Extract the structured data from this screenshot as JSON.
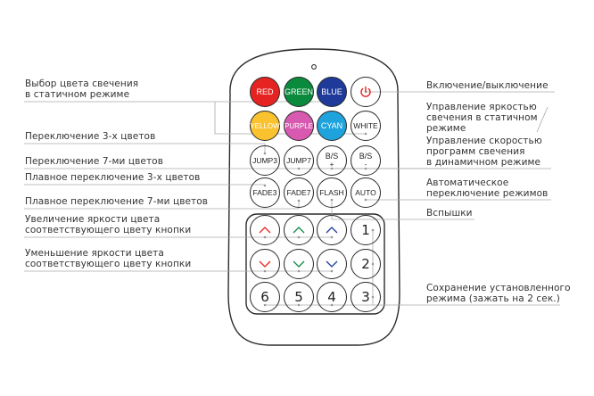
{
  "remote": {
    "colors": {
      "red": "#e52421",
      "green": "#0a8a3c",
      "blue": "#1e3a9a",
      "yellow": "#f9c22e",
      "purple": "#d85ab0",
      "cyan": "#1fa3dc",
      "power_icon": "#e52421",
      "arrow_red": "#e52421",
      "arrow_green": "#0a8a3c",
      "arrow_blue": "#1e3a9a"
    },
    "buttons": {
      "red": "RED",
      "green": "GREEN",
      "blue": "BLUE",
      "yellow": "YELLOW",
      "purple": "PURPLE",
      "cyan": "CYAN",
      "white": "WHITE",
      "jump3": "JUMP3",
      "jump7": "JUMP7",
      "bs_plus": "B/S",
      "bs_plus_sign": "+",
      "bs_minus": "B/S",
      "bs_minus_sign": "-",
      "fade3": "FADE3",
      "fade7": "FADE7",
      "flash": "FLASH",
      "auto": "AUTO",
      "n1": "1",
      "n2": "2",
      "n3": "3",
      "n4": "4",
      "n5": "5",
      "n6": "6"
    }
  },
  "labels_left": {
    "static_color_1": "Выбор цвета свечения",
    "static_color_2": "в статичном режиме",
    "jump3": "Переключение 3-х цветов",
    "jump7": "Переключение 7-ми цветов",
    "fade3": "Плавное переключение 3-х цветов",
    "fade7": "Плавное переключение 7-ми цветов",
    "bright_up_1": "Увеличение яркости цвета",
    "bright_up_2": "соответствующего цвету кнопки",
    "bright_down_1": "Уменьшение яркости цвета",
    "bright_down_2": "соответствующего цвету кнопки"
  },
  "labels_right": {
    "power": "Включение/выключение",
    "brightness_1": "Управление яркостью",
    "brightness_2": "свечения в статичном",
    "brightness_3": "режиме",
    "speed_1": "Управление скоростью",
    "speed_2": "программ свечения",
    "speed_3": "в динамичном режиме",
    "auto_1": "Автоматическое",
    "auto_2": "переключение режимов",
    "flash": "Вспышки",
    "save_1": "Сохранение установленного",
    "save_2": "режима (зажать на 2 сек.)"
  }
}
